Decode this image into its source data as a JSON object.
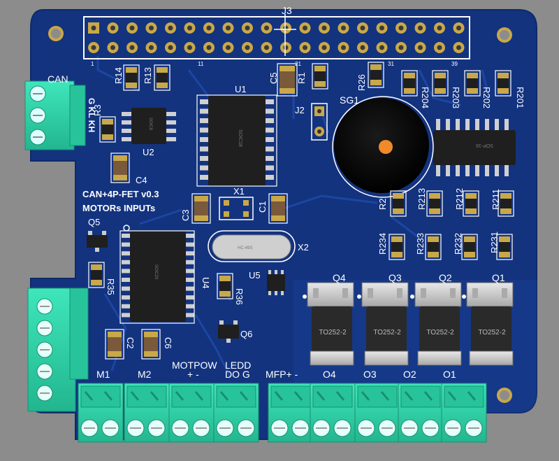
{
  "board": {
    "title": "CAN+4P-FET v0.3",
    "subtitle": "MOTORs INPUTs",
    "colors": {
      "background": "#8c8c8c",
      "board": "#13337f",
      "board_edge": "#0e2a6b",
      "copper": "#1a3d93",
      "silk": "#ffffff",
      "terminal": "#2fd3a8",
      "chip": "#1f1f1f",
      "gold": "#c9a84a"
    }
  },
  "header": {
    "ref": "J3",
    "pin1": "1",
    "pin11": "11",
    "pin21": "21",
    "pin31": "31",
    "pin39": "39"
  },
  "labels": {
    "can": "CAN",
    "can_pins": "G KL KH",
    "u1": "U1",
    "u1_pkg": "SOIC18",
    "u2": "U2",
    "u2_pkg": "SOIC8",
    "u3_pkg": "SOP-16",
    "u4": "U4",
    "u4_pkg": "SOIC20",
    "u5": "U5",
    "x1": "X1",
    "x2": "X2",
    "x2_pkg": "HC-49S",
    "j2": "J2",
    "sg1": "SG1",
    "q1": "Q1",
    "q2": "Q2",
    "q3": "Q3",
    "q4": "Q4",
    "q5": "Q5",
    "q6": "Q6",
    "to252": "TO252-2",
    "c1": "C1",
    "c2": "C2",
    "c3": "C3",
    "c4": "C4",
    "c5": "C5",
    "c6": "C6",
    "r1": "R1",
    "r2": "R2",
    "r3": "R3",
    "r13": "R13",
    "r14": "R14",
    "r26": "R26",
    "r35": "R35",
    "r36": "R36",
    "r201": "R201",
    "r202": "R202",
    "r203": "R203",
    "r204": "R204",
    "r211": "R211",
    "r212": "R212",
    "r213": "R213",
    "r231": "R231",
    "r232": "R232",
    "r233": "R233",
    "r234": "R234",
    "m1": "M1",
    "m2": "M2",
    "motpow": "MOTPOW",
    "pm": "+  -",
    "ledd": "LEDD",
    "do_g": "DO G",
    "mfp": "MFP+  -",
    "o1": "O1",
    "o2": "O2",
    "o3": "O3",
    "o4": "O4"
  }
}
